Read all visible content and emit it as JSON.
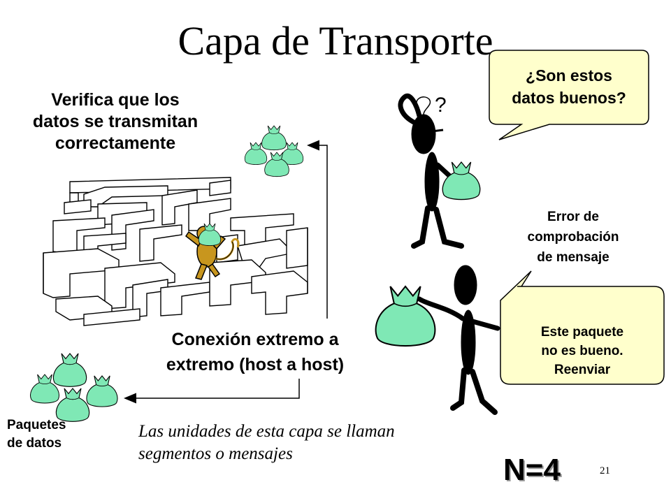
{
  "slide": {
    "title": "Capa de Transporte",
    "verify_text": [
      "Verifica que los",
      "datos se transmitan",
      "correctamente"
    ],
    "connection_text": [
      "Conexión extremo a",
      "extremo (host a host)"
    ],
    "packets_label": [
      "Paquetes",
      "de datos"
    ],
    "units_note": [
      "Las unidades de esta capa se llaman",
      "segmentos o mensajes"
    ],
    "question_mark": "?",
    "bubble_top": [
      "¿Son estos",
      "datos buenos?"
    ],
    "error_label": [
      "Error de",
      "comprobación",
      "de mensaje"
    ],
    "bubble_bottom": [
      "Este paquete",
      "no es bueno.",
      "Reenviar"
    ],
    "n_label": "N=4",
    "page_number": "21"
  },
  "colors": {
    "bag_fill": "#7fe8b5",
    "bubble_fill": "#ffffcc",
    "monkey_fill": "#c8961e",
    "maze_fill": "#ffffff",
    "stroke": "#000000"
  }
}
